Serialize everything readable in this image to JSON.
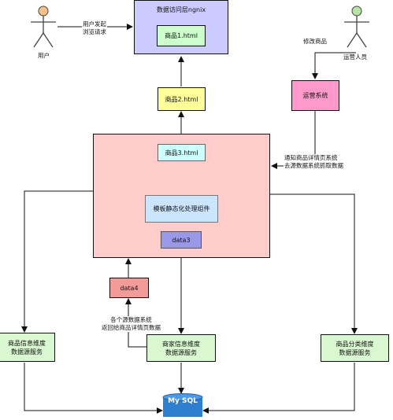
{
  "actors": {
    "user": {
      "label": "用户",
      "head_color": "#f6c28b"
    },
    "operator": {
      "label": "运营人员",
      "head_color": "#b7e3a5"
    }
  },
  "nginx": {
    "title": "数据访问层ngnix",
    "page1": "商品1.html"
  },
  "page2": "商品2.html",
  "ops_system": "运营系统",
  "template_block": {
    "page3": "商品3.html",
    "renderer": "模板静态化处理组件",
    "data3": "data3"
  },
  "data4": "data4",
  "services": {
    "product_info": "商品信息维度\n数据源服务",
    "merchant_info": "商家信息维度\n数据源服务",
    "category_info": "商品分类维度\n数据源服务"
  },
  "database": "My SQL",
  "edge_labels": {
    "user_request": "用户发起\n浏览请求",
    "modify_product": "修改商品",
    "notify": "通知商品详情页系统\n去源数据系统抓取数据",
    "aggregate": "各个源数据系统\n返回给商品详情页数据"
  },
  "colors": {
    "nginx_fill": "#cccbff",
    "page_green": "#ccffcc",
    "page_yellow": "#ffff99",
    "ops_pink": "#ff99cc",
    "block_fill": "#ffcccc",
    "page3_fill": "#ccffff",
    "renderer_fill": "#cce5ff",
    "data3_fill": "#9a98e8",
    "data4_fill": "#f19c99",
    "service_fill": "#d9f7d0",
    "db_fill": "#2f7fd0"
  }
}
